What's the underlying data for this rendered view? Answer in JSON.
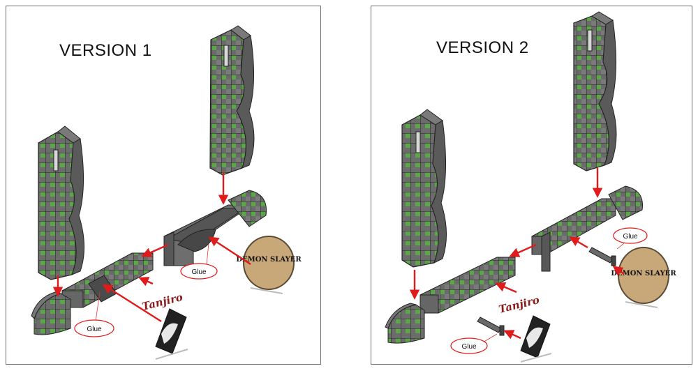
{
  "panels": [
    {
      "title": "VERSION 1",
      "glue_labels": [
        "Glue",
        "Glue"
      ]
    },
    {
      "title": "VERSION 2",
      "glue_labels": [
        "Glue",
        "Glue"
      ]
    }
  ],
  "logos": {
    "primary": "DEMON SLAYER",
    "script": "Tanjiro"
  },
  "colors": {
    "part_gray": "#6e6e6e",
    "part_dark": "#4a4a4a",
    "tile_green": "#5da54a",
    "arrow_red": "#e01b1b",
    "wood": "#c8a878"
  }
}
